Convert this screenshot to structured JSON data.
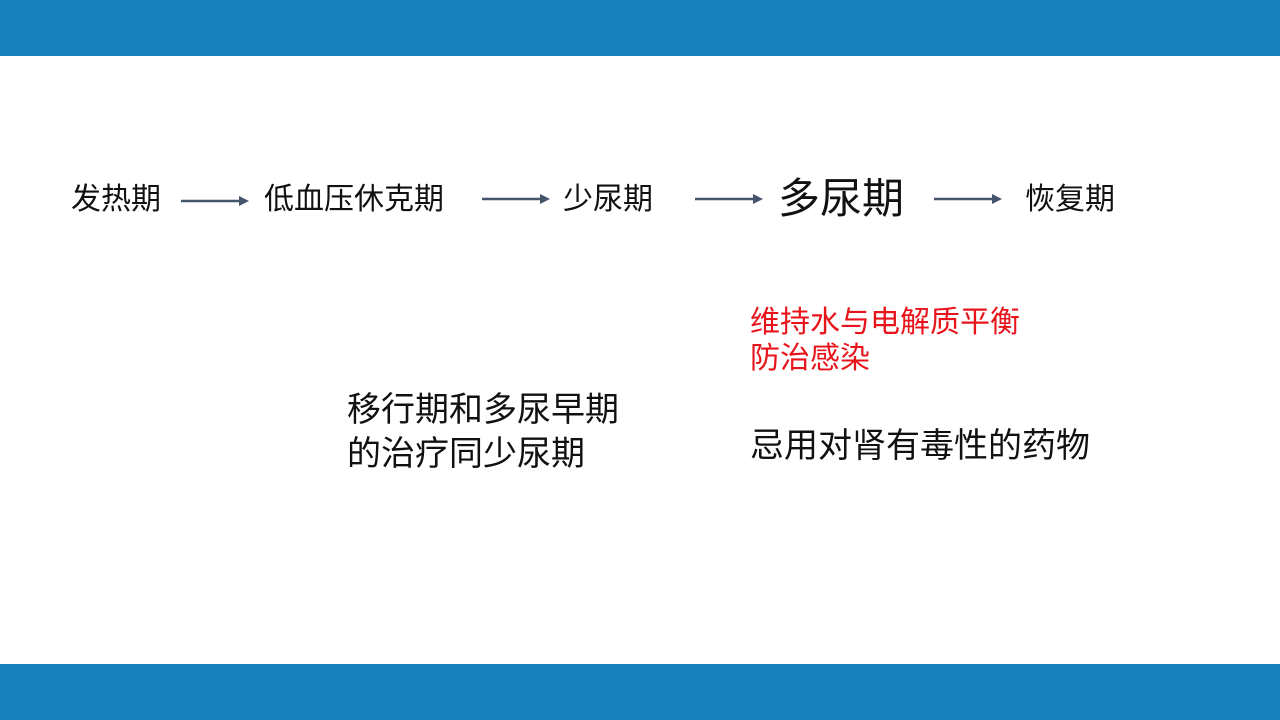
{
  "flow": {
    "stages": [
      "发热期",
      "低血压休克期",
      "少尿期",
      "多尿期",
      "恢复期"
    ],
    "highlighted_stage": "多尿期"
  },
  "notes": {
    "transition_lines": [
      "移行期和多尿早期",
      "的治疗同少尿期"
    ],
    "treatment_lines": [
      "维持水与电解质平衡",
      "防治感染"
    ],
    "caution_line": "忌用对肾有毒性的药物"
  },
  "colors": {
    "header_bar": "#1580b9",
    "footer_bar": "#1580b9",
    "highlight_text": "#e8141b",
    "arrow": "#44546a"
  }
}
